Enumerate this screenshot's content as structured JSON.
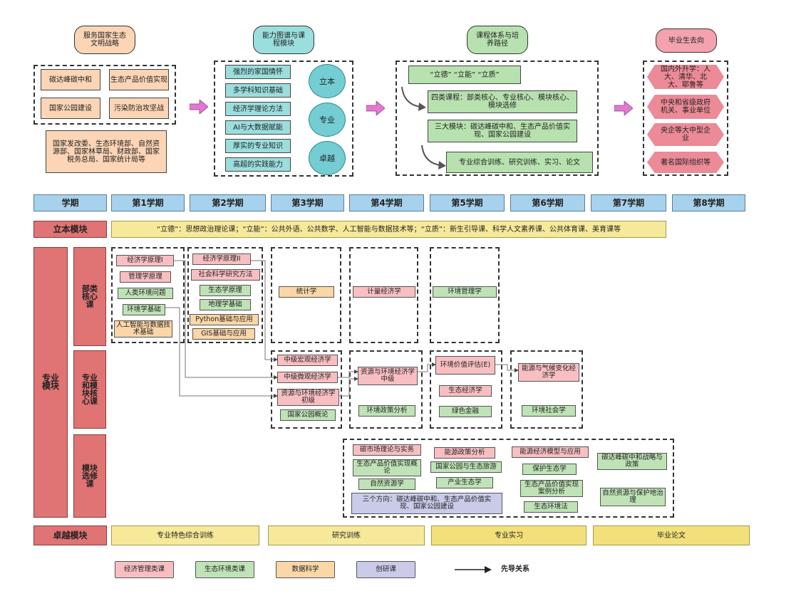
{
  "top": {
    "header1": "服务国家生态文明战略",
    "header2": "能力图谱与课程模块",
    "header3": "课程体系与培养路径",
    "header4": "毕业生去向",
    "strategy_items": [
      "碳达峰碳中和",
      "生态产品价值实现",
      "国家公园建设",
      "污染防治攻坚战"
    ],
    "agencies": "国家发改委、生态环境部、自然资源部、国家林草局、财政部、国家税务总局、国家统计局等",
    "abilities": [
      "强烈的家国情怀",
      "多学科知识基础",
      "经济学理论方法",
      "AI与大数据赋能",
      "厚实的专业知识",
      "高超的实践能力"
    ],
    "circles": [
      "立本",
      "专业",
      "卓越"
    ],
    "path1": "“立德”  “立能”  “立质”",
    "path2": "四类课程：部类核心、专业核心、模块核心、模块选修",
    "path3": "三大模块：碳达峰碳中和、生态产品价值实现、国家公园建设",
    "path4": "专业综合训练、研究训练、实习、论文",
    "destinations": [
      "国内外升学：人大、清华、北大、耶鲁等",
      "中央和省级政府机关、事业单位",
      "央企等大中型企业",
      "著名国际组织等"
    ]
  },
  "semesters": [
    "学期",
    "第1学期",
    "第2学期",
    "第3学期",
    "第4学期",
    "第5学期",
    "第6学期",
    "第7学期",
    "第8学期"
  ],
  "liben": {
    "label": "立本模块",
    "text": "“立德”：思想政治理论课；“立能”：公共外语、公共数学、人工智能与数据技术等；“立质”：新生引导课、科学人文素养课、公共体育课、美育课等"
  },
  "zhuanye": {
    "label": "专业模块",
    "sub1": "部类核心课",
    "sub2": "专业和模块核心课",
    "sub3": "模块选修课"
  },
  "courses": {
    "s1": [
      "经济学原理I",
      "管理学原理",
      "人类环境问题",
      "环境学基础",
      "人工智能与数据技术基础"
    ],
    "s2": [
      "经济学原理II",
      "社会科学研究方法",
      "生态学原理",
      "地理学基础",
      "Python基础与应用",
      "GIS基础与应用"
    ],
    "s3": "统计学",
    "s4": "计量经济学",
    "s5": "环境管理学",
    "c3": [
      "中级宏观经济学",
      "中级微观经济学",
      "资源与环境经济学初级",
      "国家公园概论"
    ],
    "c4": [
      "资源与环境经济学中级",
      "环境政策分析"
    ],
    "c5": [
      "环境价值评估(E)",
      "生态经济学",
      "绿色金融"
    ],
    "c6": [
      "能源与气候变化经济学",
      "环境社会学"
    ],
    "e4": [
      "碳市场理论与实务",
      "生态产品价值实现概论",
      "自然资源学"
    ],
    "e5": [
      "能源政策分析",
      "国家公园与生态旅游",
      "产业生态学"
    ],
    "e6": [
      "能源经济模型与应用",
      "保护生态学",
      "生态产品价值实现案例分析",
      "生态环境法"
    ],
    "e7": [
      "碳达峰碳中和战略与政策",
      "自然资源与保护地治理"
    ],
    "directions": "三个方向：碳达峰碳中和、生态产品价值实现、国家公园建设"
  },
  "zhuoyue": {
    "label": "卓越模块",
    "items": [
      "专业特色综合训练",
      "研究训练",
      "专业实习",
      "毕业论文"
    ]
  },
  "legend": {
    "items": [
      "经济管理类课",
      "生态环境类课",
      "数据科学",
      "创研课"
    ],
    "arrow": "先导关系"
  },
  "colors": {
    "pink": "#f8bfc2",
    "green": "#bfe3b6",
    "orange": "#fbd6a7",
    "blue": "#c9cbe9",
    "semester": "#a7d2ee",
    "module": "#e07373"
  }
}
